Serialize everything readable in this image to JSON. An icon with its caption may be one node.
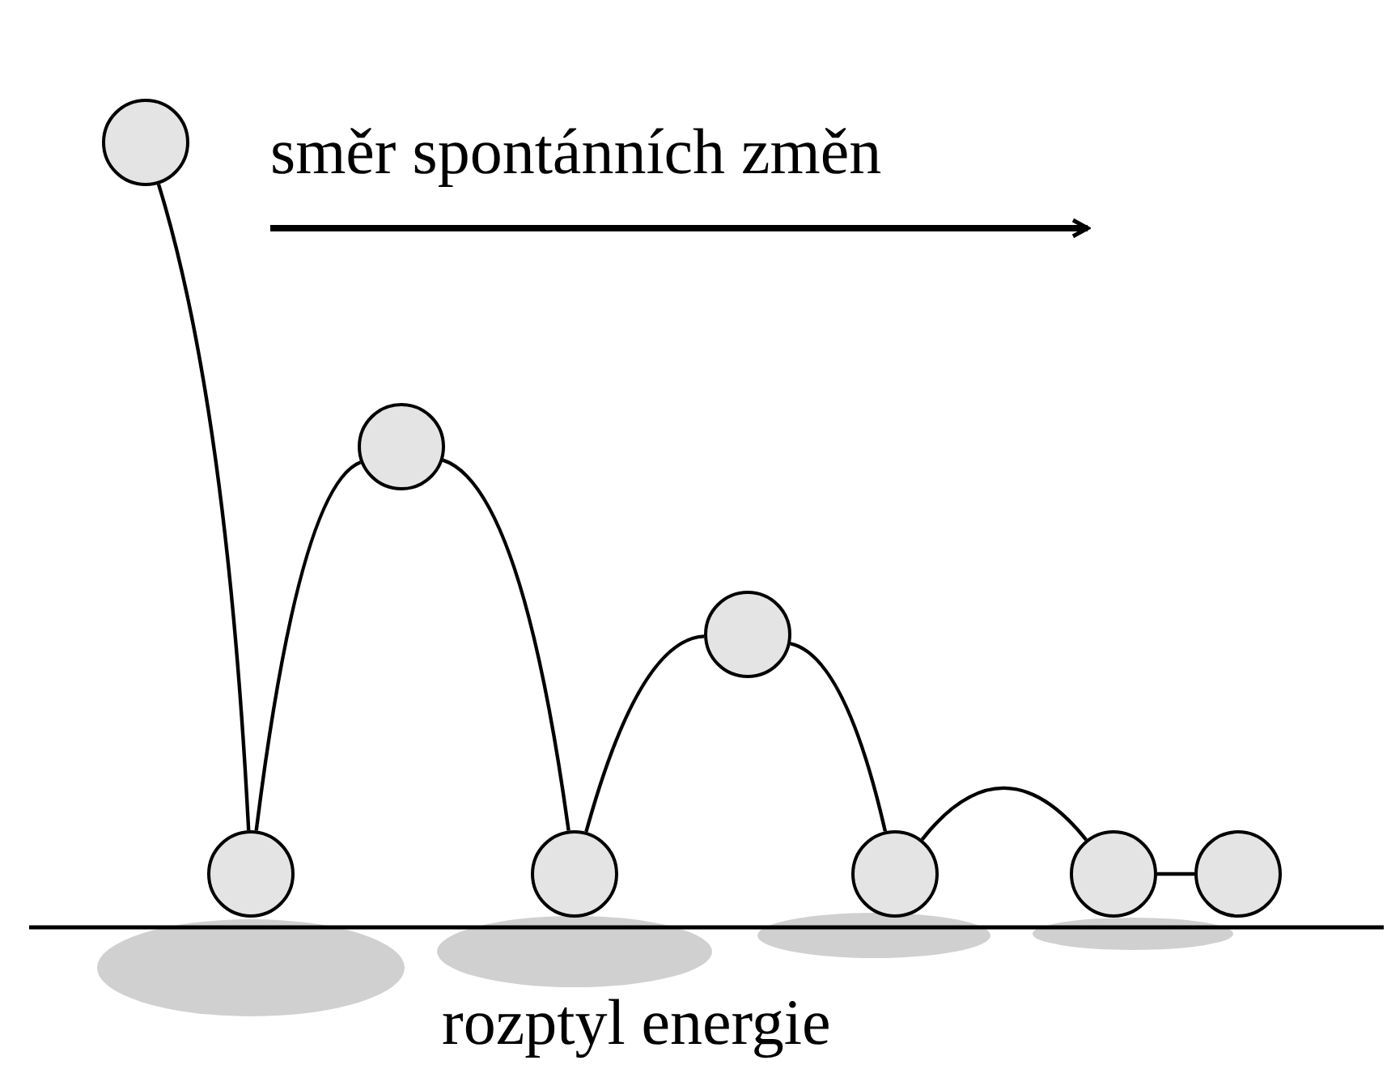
{
  "diagram": {
    "nodes": [
      {
        "text": [],
        "shape": "circle"
      },
      {
        "text": [],
        "shape": "circle"
      },
      {
        "text": [],
        "shape": "circle"
      },
      {
        "text": [],
        "shape": "circle"
      },
      {
        "text": [],
        "shape": "circle"
      },
      {
        "text": [],
        "shape": "circle"
      },
      {
        "text": [],
        "shape": "circle"
      },
      {
        "text": [],
        "shape": "circle"
      }
    ],
    "edges": [
      {
        "from": 0,
        "to": 1,
        "arrow": "none"
      },
      {
        "from": 1,
        "to": 2,
        "arrow": "none"
      },
      {
        "from": 2,
        "to": 3,
        "arrow": "none"
      },
      {
        "from": 3,
        "to": 4,
        "arrow": "none"
      },
      {
        "from": 4,
        "to": 5,
        "arrow": "none"
      },
      {
        "from": 5,
        "to": 6,
        "arrow": "none"
      },
      {
        "from": 6,
        "to": 7,
        "arrow": "none"
      }
    ],
    "labels": [
      "směr spontánních změn",
      "rozptyl energie"
    ]
  }
}
